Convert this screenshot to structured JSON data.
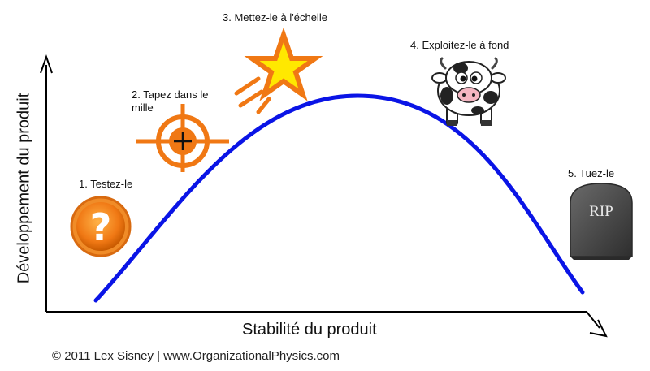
{
  "axes": {
    "y_label": "Développement du produit",
    "x_label": "Stabilité du produit"
  },
  "stages": [
    {
      "label": "1. Testez-le",
      "icon": "question-mark-icon"
    },
    {
      "label_line1": "2. Tapez dans le",
      "label_line2": "mille",
      "icon": "target-icon"
    },
    {
      "label": "3. Mettez-le à l'échelle",
      "icon": "star-icon"
    },
    {
      "label": "4. Exploitez-le à fond",
      "icon": "cow-icon"
    },
    {
      "label": "5. Tuez-le",
      "icon": "tombstone-icon",
      "tombstone_text": "RIP"
    }
  ],
  "footer": "© 2011 Lex Sisney | www.OrganizationalPhysics.com",
  "colors": {
    "curve": "#0a14e6",
    "orange": "#f07814",
    "star_fill": "#ffe800",
    "tombstone": "#4a4a4a"
  }
}
